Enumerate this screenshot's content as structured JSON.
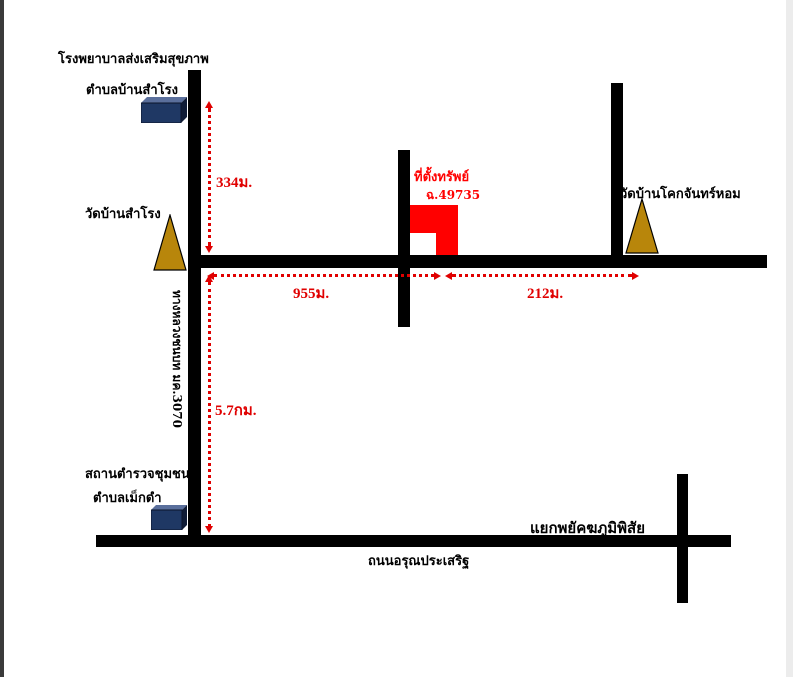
{
  "places": {
    "hospital_line1": "โรงพยาบาลส่งเสริมสุขภาพ",
    "hospital_line2": "ตำบลบ้านสำโรง",
    "temple_west": "วัดบ้านสำโรง",
    "temple_east": "วัดบ้านโคกจันทร์หอม",
    "police_line1": "สถานตำรวจชุมชน",
    "police_line2": "ตำบลเม็กดำ",
    "property_title": "ที่ตั้งทรัพย์",
    "property_deed": "ฉ.49735",
    "junction": "แยกพยัคฆภูมิพิสัย"
  },
  "roads": {
    "vertical_highway": "ทางหลวงชนบท มค.3070",
    "bottom_road": "ถนนอรุณประเสริฐ"
  },
  "distances": {
    "north": "334ม.",
    "east_to_property": "955ม.",
    "property_to_temple": "212ม.",
    "south": "5.7กม."
  },
  "colors": {
    "road": "#000000",
    "distance": "#e00000",
    "property": "#ff0000",
    "building": "#1f3864",
    "temple": "#b8860b"
  },
  "icons": {
    "building": "building-icon",
    "temple": "temple-icon",
    "property": "property-marker-icon"
  }
}
